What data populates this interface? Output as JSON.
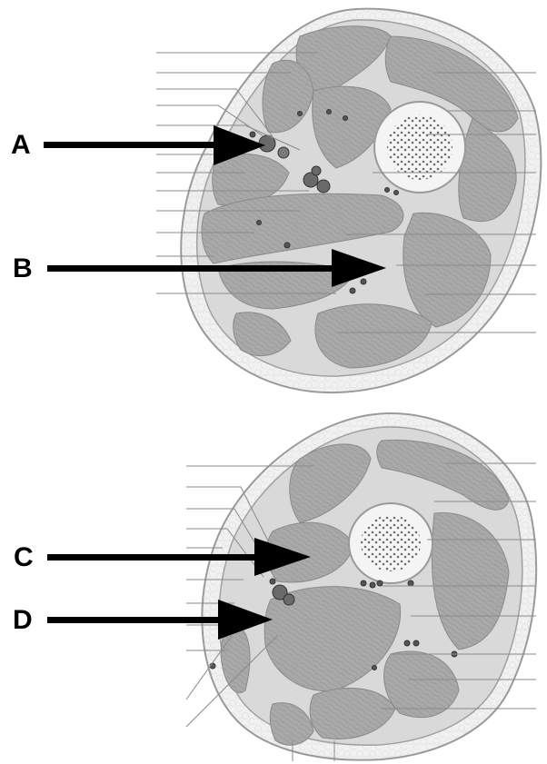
{
  "markers": {
    "a": "A",
    "b": "B",
    "c": "C",
    "d": "D"
  },
  "colors": {
    "background": "#ffffff",
    "skin": "#f2f2f2",
    "outline": "#9a9a9a",
    "fat": "#eeeeee",
    "muscle": "#a9a9a9",
    "muscle_stroke": "#8a8a8a",
    "bone_cortex": "#f4f4f4",
    "bone_marrow": "#777777",
    "vessel": "#555555",
    "leader_line": "#8a8a8a",
    "arrow": "#000000"
  },
  "icons": [
    "upper-cross-section",
    "lower-cross-section",
    "arrow-a",
    "arrow-b",
    "arrow-c",
    "arrow-d"
  ]
}
